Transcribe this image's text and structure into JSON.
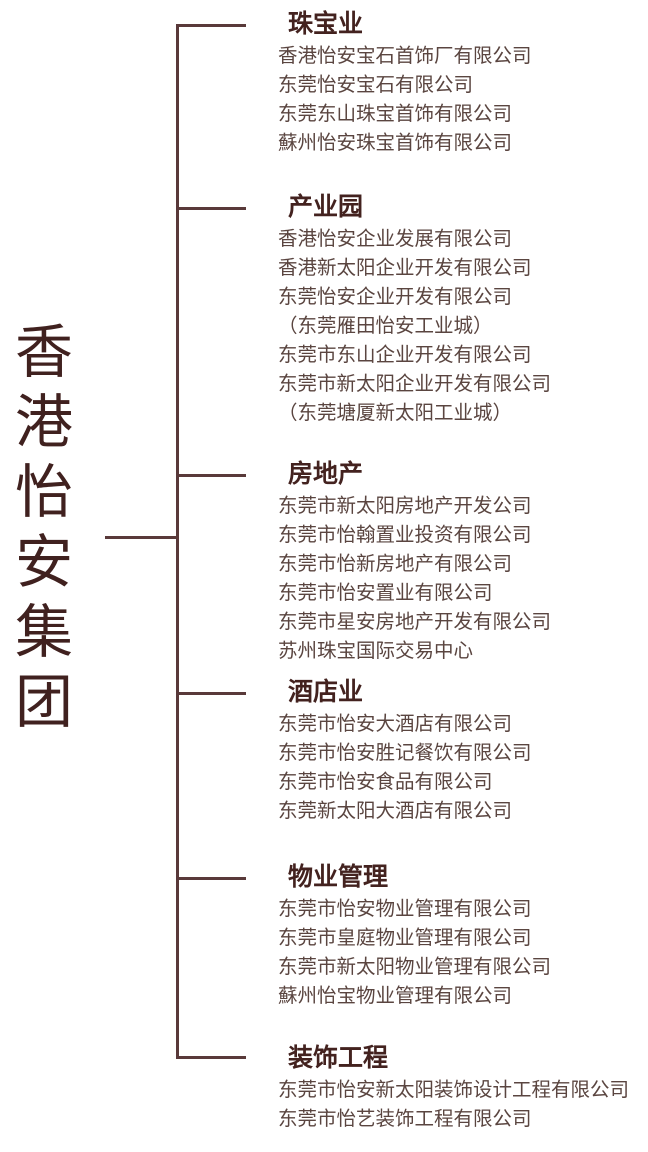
{
  "chart": {
    "type": "org-tree",
    "orientation": "horizontal-left-root",
    "line_color": "#59393a",
    "heading_color": "#43221f",
    "body_color": "#5a4540",
    "background": "#ffffff"
  },
  "root": {
    "label": "香港怡安集团",
    "characters": [
      "香",
      "港",
      "怡",
      "安",
      "集",
      "团"
    ]
  },
  "sections": [
    {
      "heading": "珠宝业",
      "companies": [
        "香港怡安宝石首饰厂有限公司",
        "东莞怡安宝石有限公司",
        "东莞东山珠宝首饰有限公司",
        "蘇州怡安珠宝首饰有限公司"
      ]
    },
    {
      "heading": "产业园",
      "companies": [
        "香港怡安企业发展有限公司",
        "香港新太阳企业开发有限公司",
        "东莞怡安企业开发有限公司",
        "（东莞雁田怡安工业城）",
        "东莞市东山企业开发有限公司",
        "东莞市新太阳企业开发有限公司",
        "（东莞塘厦新太阳工业城）"
      ]
    },
    {
      "heading": "房地产",
      "companies": [
        "东莞市新太阳房地产开发公司",
        "东莞市怡翰置业投资有限公司",
        "东莞市怡新房地产有限公司",
        "东莞市怡安置业有限公司",
        "东莞市星安房地产开发有限公司",
        "苏州珠宝国际交易中心"
      ]
    },
    {
      "heading": "酒店业",
      "companies": [
        "东莞市怡安大酒店有限公司",
        "东莞市怡安胜记餐饮有限公司",
        "东莞市怡安食品有限公司",
        "东莞新太阳大酒店有限公司"
      ]
    },
    {
      "heading": "物业管理",
      "companies": [
        "东莞市怡安物业管理有限公司",
        "东莞市皇庭物业管理有限公司",
        "东莞市新太阳物业管理有限公司",
        "蘇州怡宝物业管理有限公司"
      ]
    },
    {
      "heading": "装饰工程",
      "companies": [
        "东莞市怡安新太阳装饰设计工程有限公司",
        "东莞市怡艺装饰工程有限公司"
      ]
    }
  ],
  "layout": {
    "section_tops": [
      8,
      191,
      458,
      676,
      861,
      1042
    ],
    "branch_tops": [
      24,
      207,
      536,
      692,
      877,
      1056
    ]
  }
}
